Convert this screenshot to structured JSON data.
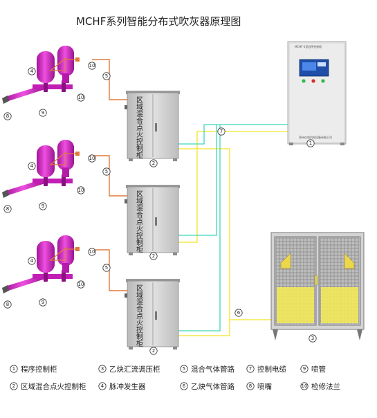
{
  "title": "MCHF系列智能分布式吹灰器原理图",
  "colors": {
    "mixed_gas_pipe": "#e07a3c",
    "acetylene_pipe": "#f5e94a",
    "control_cable": "#3fd6b8",
    "pulse_generator": "#d829c9",
    "cabinet": "#cfcfcf",
    "program_panel": "#1f4ea8"
  },
  "cabinet_label": [
    "区",
    "域",
    "混",
    "合",
    "点",
    "火",
    "控",
    "制",
    "柜"
  ],
  "program_cabinet": {
    "header_text": "MCHF-1型程序控制柜",
    "footer_text": "郑州仪电机电设备有限公司"
  },
  "callouts": {
    "c1": "1",
    "c2": "2",
    "c3": "3",
    "c4": "4",
    "c5": "5",
    "c6": "6",
    "c7": "7",
    "c8": "8",
    "c9": "9",
    "c10": "10"
  },
  "legend": [
    {
      "num": "1",
      "label": "程序控制柜"
    },
    {
      "num": "3",
      "label": "乙炔汇流调压柜"
    },
    {
      "num": "5",
      "label": "混合气体管路"
    },
    {
      "num": "7",
      "label": "控制电缆"
    },
    {
      "num": "9",
      "label": "喷管"
    },
    {
      "num": "2",
      "label": "区域混合点火控制柜"
    },
    {
      "num": "4",
      "label": "脉冲发生器"
    },
    {
      "num": "6",
      "label": "乙炔气体管路"
    },
    {
      "num": "8",
      "label": "喷嘴"
    },
    {
      "num": "10",
      "label": "检修法兰"
    }
  ]
}
